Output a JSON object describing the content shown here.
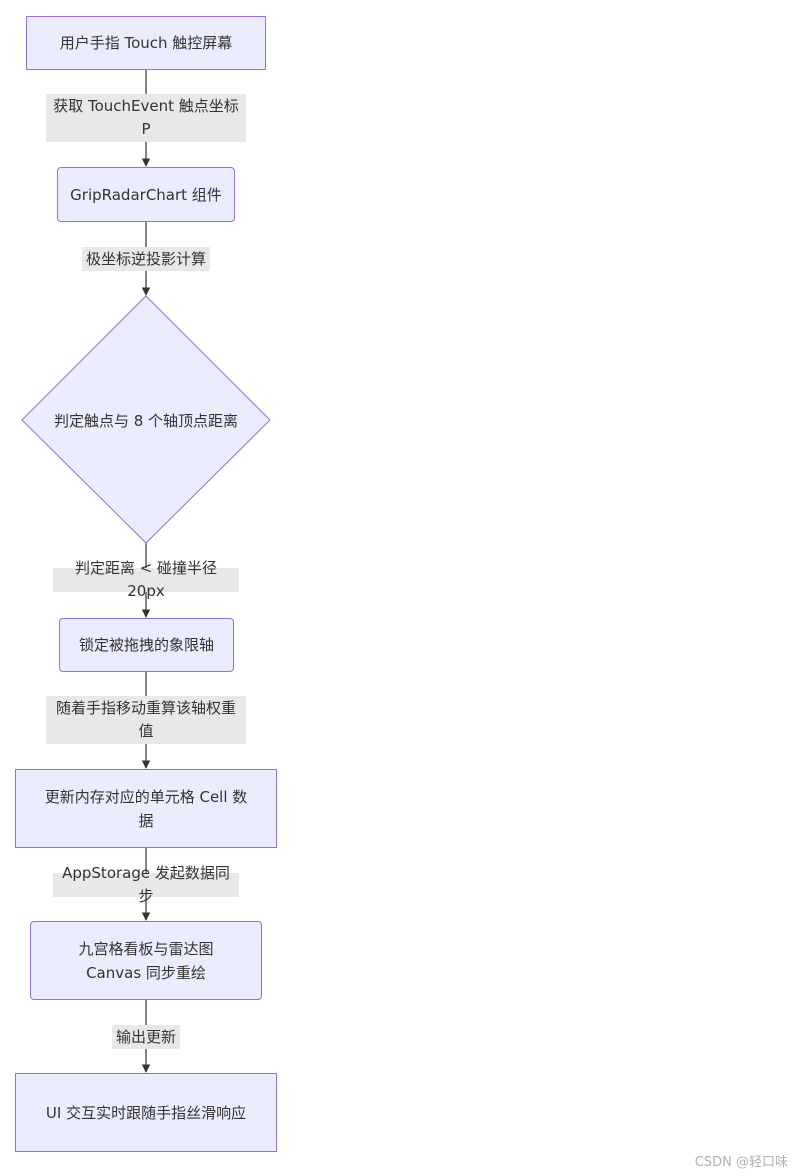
{
  "nodes": [
    {
      "id": "n1",
      "text": "用户手指 Touch 触控屏幕"
    },
    {
      "id": "n2",
      "text": "GripRadarChart 组件"
    },
    {
      "id": "n3",
      "text": "判定触点与 8 个轴顶点距离"
    },
    {
      "id": "n4",
      "text": "锁定被拖拽的象限轴"
    },
    {
      "id": "n5",
      "text": "更新内存对应的单元格 Cell 数据"
    },
    {
      "id": "n6",
      "text": "九宫格看板与雷达图 Canvas 同步重绘"
    },
    {
      "id": "n7",
      "text": "UI 交互实时跟随手指丝滑响应"
    }
  ],
  "edges": [
    {
      "from": "n1",
      "to": "n2",
      "label": "获取 TouchEvent 触点坐标 P"
    },
    {
      "from": "n2",
      "to": "n3",
      "label": "极坐标逆投影计算"
    },
    {
      "from": "n3",
      "to": "n4",
      "label": "判定距离 < 碰撞半径 20px"
    },
    {
      "from": "n4",
      "to": "n5",
      "label": "随着手指移动重算该轴权重值"
    },
    {
      "from": "n5",
      "to": "n6",
      "label": "AppStorage 发起数据同步"
    },
    {
      "from": "n6",
      "to": "n7",
      "label": "输出更新"
    }
  ],
  "watermark": "CSDN @轻口味",
  "colors": {
    "node_fill": "#ECECFF",
    "node_stroke": "#9370DB",
    "edge": "#333333",
    "label_bg": "#e8e8e8"
  }
}
